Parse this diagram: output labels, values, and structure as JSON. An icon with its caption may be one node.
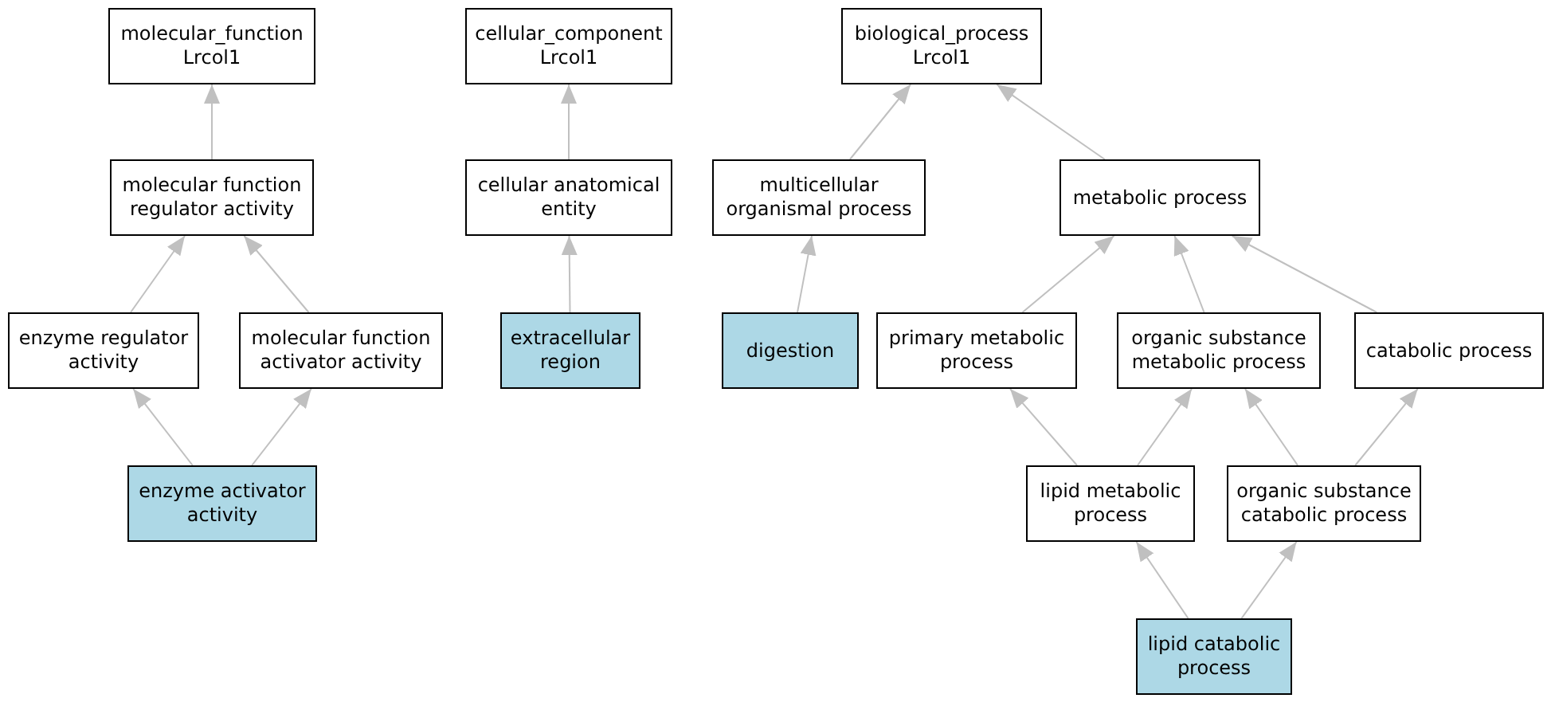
{
  "diagram": {
    "nodes": [
      {
        "text": [
          "molecular_function Lrcol1"
        ]
      },
      {
        "text": [
          "molecular function regulator activity"
        ]
      },
      {
        "text": [
          "enzyme regulator activity"
        ]
      },
      {
        "text": [
          "molecular function activator activity"
        ]
      },
      {
        "text": [
          "enzyme activator activity"
        ]
      },
      {
        "text": [
          "cellular_component Lrcol1"
        ]
      },
      {
        "text": [
          "cellular anatomical entity"
        ]
      },
      {
        "text": [
          "extracellular region"
        ]
      },
      {
        "text": [
          "biological_process Lrcol1"
        ]
      },
      {
        "text": [
          "multicellular organismal process"
        ]
      },
      {
        "text": [
          "metabolic process"
        ]
      },
      {
        "text": [
          "digestion"
        ]
      },
      {
        "text": [
          "primary metabolic process"
        ]
      },
      {
        "text": [
          "organic substance metabolic process"
        ]
      },
      {
        "text": [
          "catabolic process"
        ]
      },
      {
        "text": [
          "lipid metabolic process"
        ]
      },
      {
        "text": [
          "organic substance catabolic process"
        ]
      },
      {
        "text": [
          "lipid catabolic process"
        ]
      }
    ],
    "edges": [
      {
        "from": 1,
        "to": 0,
        "arrow": "to"
      },
      {
        "from": 2,
        "to": 1,
        "arrow": "to"
      },
      {
        "from": 3,
        "to": 1,
        "arrow": "to"
      },
      {
        "from": 4,
        "to": 2,
        "arrow": "to"
      },
      {
        "from": 4,
        "to": 3,
        "arrow": "to"
      },
      {
        "from": 6,
        "to": 5,
        "arrow": "to"
      },
      {
        "from": 7,
        "to": 6,
        "arrow": "to"
      },
      {
        "from": 9,
        "to": 8,
        "arrow": "to"
      },
      {
        "from": 10,
        "to": 8,
        "arrow": "to"
      },
      {
        "from": 11,
        "to": 9,
        "arrow": "to"
      },
      {
        "from": 12,
        "to": 10,
        "arrow": "to"
      },
      {
        "from": 13,
        "to": 10,
        "arrow": "to"
      },
      {
        "from": 14,
        "to": 10,
        "arrow": "to"
      },
      {
        "from": 15,
        "to": 12,
        "arrow": "to"
      },
      {
        "from": 15,
        "to": 13,
        "arrow": "to"
      },
      {
        "from": 16,
        "to": 13,
        "arrow": "to"
      },
      {
        "from": 16,
        "to": 14,
        "arrow": "to"
      },
      {
        "from": 17,
        "to": 15,
        "arrow": "to"
      },
      {
        "from": 17,
        "to": 16,
        "arrow": "to"
      }
    ]
  }
}
